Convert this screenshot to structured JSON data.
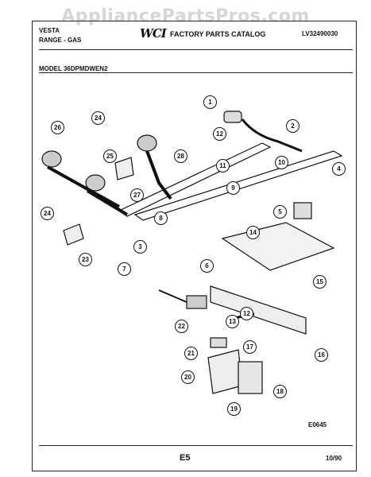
{
  "watermark": "AppliancePartsPros.com",
  "header": {
    "brand": "VESTA",
    "range": "RANGE - GAS",
    "logo": "WCI",
    "catalog": "FACTORY PARTS CATALOG",
    "code": "LV32490030",
    "model": "MODEL 36DPMDWEN2"
  },
  "footer": {
    "fig": "E0645",
    "page": "E5",
    "date": "10/90"
  },
  "callouts": [
    "1",
    "2",
    "12",
    "11",
    "10",
    "4",
    "5",
    "9",
    "24",
    "25",
    "26",
    "28",
    "27",
    "24",
    "23",
    "8",
    "14",
    "3",
    "7",
    "6",
    "15",
    "22",
    "13",
    "12",
    "16",
    "21",
    "17",
    "20",
    "18",
    "19"
  ]
}
